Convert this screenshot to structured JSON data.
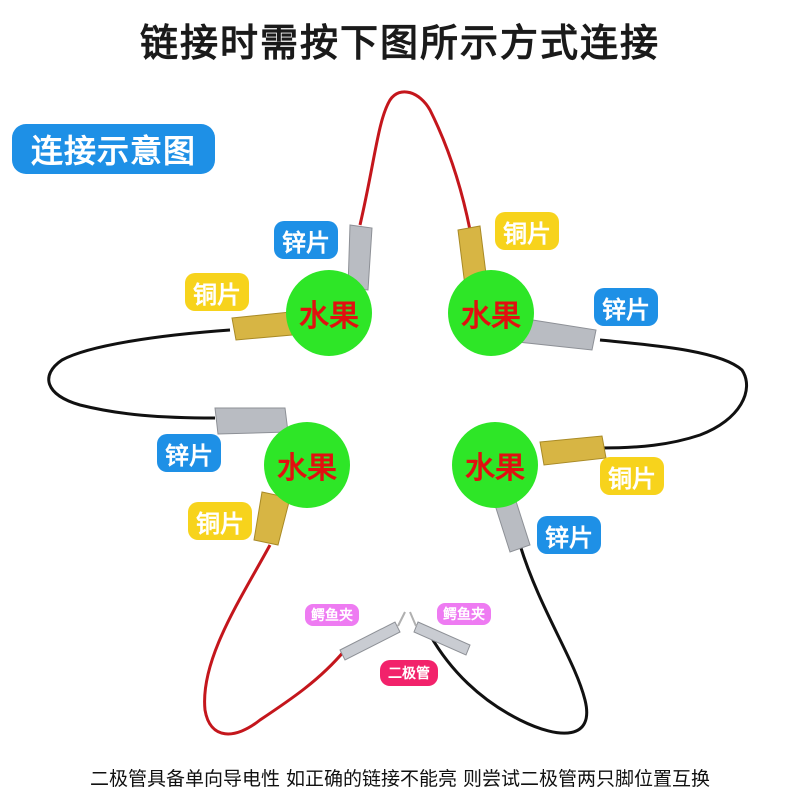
{
  "title": "链接时需按下图所示方式连接",
  "diagram_label": "连接示意图",
  "fruit_label": "水果",
  "zinc_label": "锌片",
  "copper_label": "铜片",
  "clip_label": "鳄鱼夹",
  "diode_label": "二极管",
  "footer": "二极管具备单向导电性  如正确的链接不能亮  则尝试二极管两只脚位置互换",
  "colors": {
    "blue": "#1e90e6",
    "yellow": "#f7d31c",
    "green": "#2ee627",
    "red_text": "#e11010",
    "pink": "#ee7bf2",
    "diode": "#f2226b",
    "red_wire": "#c4161c",
    "black_wire": "#111111"
  }
}
